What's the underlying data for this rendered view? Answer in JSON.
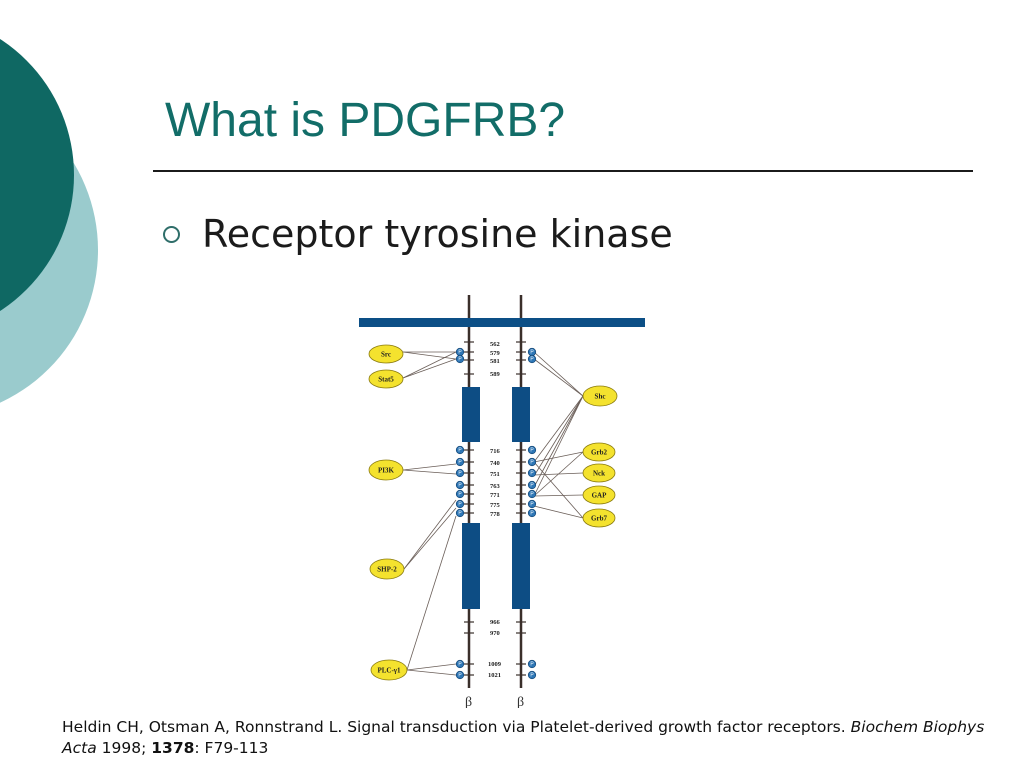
{
  "slide": {
    "title": "What is PDGFRB?",
    "bullet": "Receptor tyrosine kinase",
    "colors": {
      "title": "#126d68",
      "circle_dark": "#0f6863",
      "circle_light": "#9acbcd",
      "rule": "#1b1b1b"
    }
  },
  "diagram": {
    "chain_labels": [
      "β",
      "β"
    ],
    "left_proteins": [
      "Src",
      "Stat5",
      "PI3K",
      "SHP-2",
      "PLC-γ1"
    ],
    "right_proteins": [
      "Shc",
      "Grb2",
      "Nck",
      "GAP",
      "Grb7"
    ],
    "residues": [
      "562",
      "579",
      "581",
      "589",
      "716",
      "740",
      "751",
      "763",
      "771",
      "775",
      "778",
      "966",
      "970",
      "1009",
      "1021"
    ],
    "phospho_label": "P",
    "colors": {
      "membrane": "#0c4f86",
      "kinase": "#0d4d84",
      "protein": "#f4e22e",
      "phospho": "#2d76b5"
    }
  },
  "citation": {
    "authors": "Heldin CH, Otsman A, Ronnstrand L. Signal transduction via Platelet-derived growth factor receptors.",
    "journal": "Biochem Biophys Acta",
    "year": "1998;",
    "volume": "1378",
    "pages": ": F79-113"
  }
}
